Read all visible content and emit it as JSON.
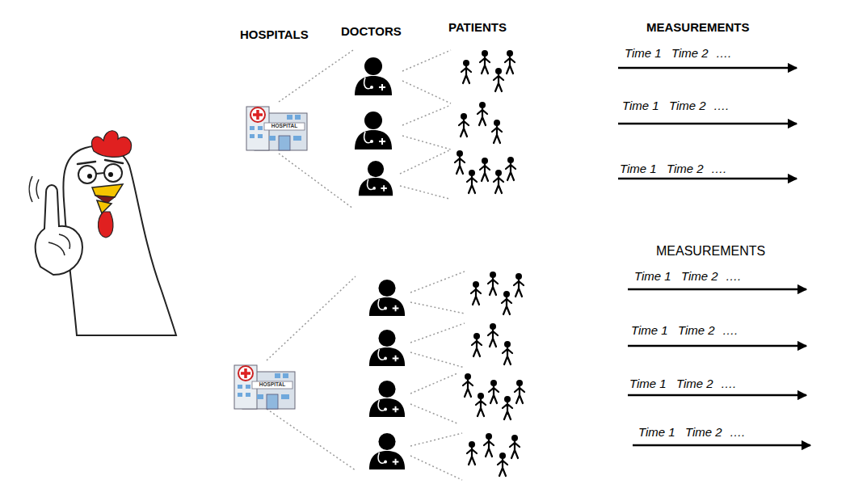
{
  "diagram": {
    "labels": [
      "HOSPITALS",
      "DOCTORS",
      "PATIENTS",
      "MEASUREMENTS",
      "HOSPITAL",
      "Time 1",
      "Time 2",
      "….",
      "Time 1",
      "Time 2",
      "….",
      "Time 1",
      "Time 2",
      "….",
      "MEASUREMENTS",
      "HOSPITAL",
      "Time 1",
      "Time 2",
      "….",
      "Time 1",
      "Time 2",
      "….",
      "Time 1",
      "Time 2",
      "….",
      "Time 1",
      "Time 2",
      "…."
    ]
  }
}
